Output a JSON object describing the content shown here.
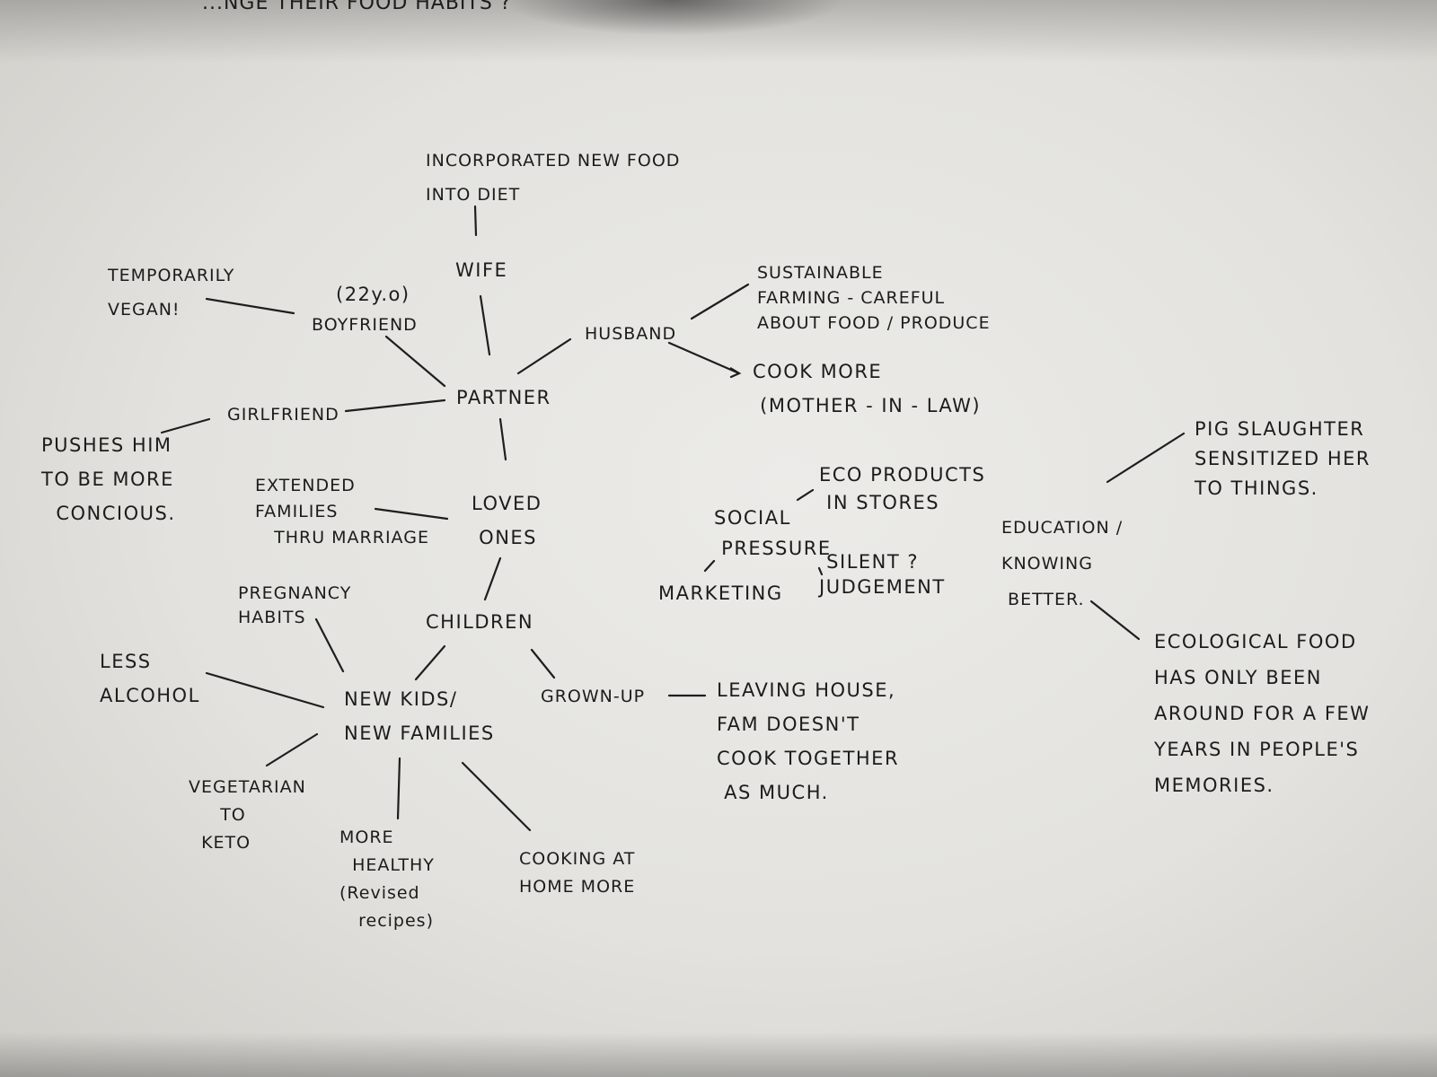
{
  "nodes": {
    "wife": "WIFE",
    "boyfriend": "BOYFRIEND",
    "husband": "HUSBAND",
    "girlfriend": "GIRLFRIEND",
    "partner": "PARTNER",
    "loved_ones": "LOVED\n ONES",
    "children": "CHILDREN",
    "new_kids": "NEW KIDS/\nNEW FAMILIES",
    "grown_up": "GROWN-UP",
    "social_pressure": "SOCIAL\n PRESSURE",
    "education": "EDUCATION /\nKNOWING\n BETTER."
  },
  "notes": {
    "header": "...NGE THEIR FOOD HABITS ?",
    "incorporated": "INCORPORATED NEW FOOD\nINTO DIET",
    "temporarily_vegan": "TEMPORARILY\nVEGAN!",
    "boyfriend_age": "(22y.o)",
    "sustainable": "SUSTAINABLE\nFARMING - CAREFUL\nABOUT FOOD / PRODUCE",
    "cook_more": "COOK MORE\n (MOTHER - IN - LAW)",
    "pushes_him": "PUSHES HIM\nTO BE MORE\n  CONCIOUS.",
    "extended": "EXTENDED\nFAMILIES\n   THRU MARRIAGE",
    "pregnancy": "PREGNANCY\nHABITS",
    "less_alcohol": "LESS\nALCOHOL",
    "leaving_house": "LEAVING HOUSE,\nFAM DOESN'T\nCOOK TOGETHER\n AS MUCH.",
    "veg_keto": "VEGETARIAN\n     TO\n  KETO",
    "more_healthy": "MORE\n  HEALTHY\n(Revised\n   recipes)",
    "cooking_home": "COOKING AT\nHOME MORE",
    "eco_products": "ECO PRODUCTS\n IN STORES",
    "marketing": "MARKETING",
    "silent_judgement": " SILENT ?\nJUDGEMENT",
    "pig_slaughter": "PIG SLAUGHTER\nSENSITIZED HER\nTO THINGS.",
    "ecological_food": "ECOLOGICAL FOOD\nHAS ONLY BEEN\nAROUND FOR A FEW\nYEARS IN PEOPLE'S\nMEMORIES."
  },
  "colors": {
    "paper": "#e6e5e2",
    "ink": "#1c1c1c"
  }
}
